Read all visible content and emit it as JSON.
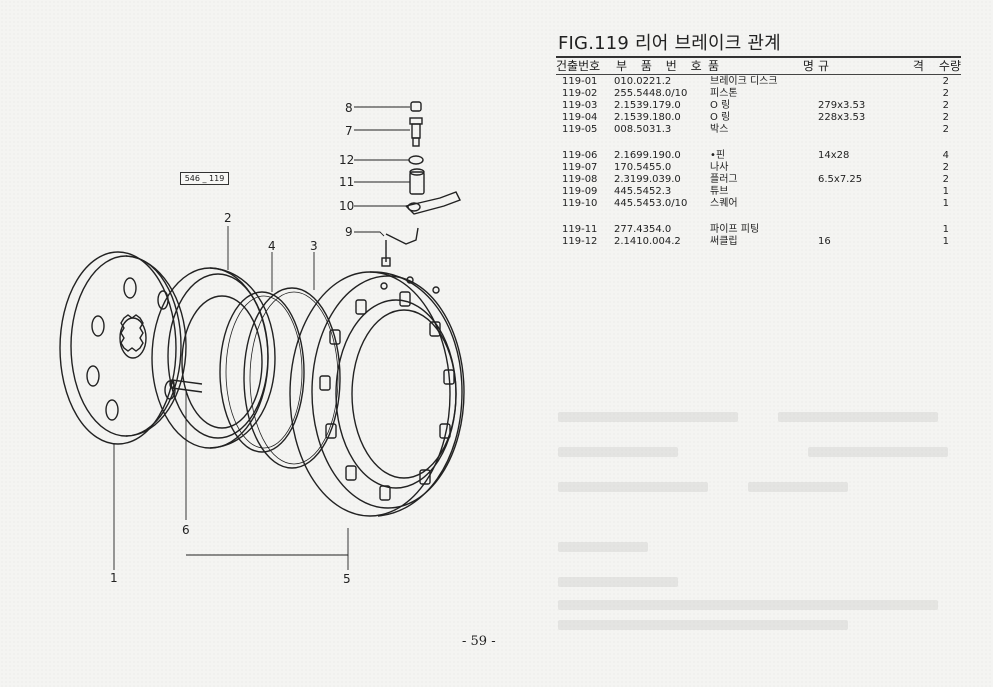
{
  "figure": {
    "title": "FIG.119 리어 브레이크 관계",
    "ref_code": "546 _ 119",
    "page_number": "- 59 -"
  },
  "table": {
    "headers": [
      "건출번호",
      "부 품 번 호",
      "품 명",
      "규 격",
      "수량"
    ],
    "rows": [
      {
        "no": "119-01",
        "part": "010.0221.2",
        "name": "브레이크 디스크",
        "spec": "",
        "qty": "2"
      },
      {
        "no": "119-02",
        "part": "255.5448.0/10",
        "name": "피스톤",
        "spec": "",
        "qty": "2"
      },
      {
        "no": "119-03",
        "part": "2.1539.179.0",
        "name": "O 링",
        "spec": "279x3.53",
        "qty": "2"
      },
      {
        "no": "119-04",
        "part": "2.1539.180.0",
        "name": "O 링",
        "spec": "228x3.53",
        "qty": "2"
      },
      {
        "no": "119-05",
        "part": "008.5031.3",
        "name": "박스",
        "spec": "",
        "qty": "2"
      },
      {
        "no": "119-06",
        "part": "2.1699.190.0",
        "name": "•핀",
        "spec": "14x28",
        "qty": "4"
      },
      {
        "no": "119-07",
        "part": "170.5455.0",
        "name": "나사",
        "spec": "",
        "qty": "2"
      },
      {
        "no": "119-08",
        "part": "2.3199.039.0",
        "name": "플러그",
        "spec": "6.5x7.25",
        "qty": "2"
      },
      {
        "no": "119-09",
        "part": "445.5452.3",
        "name": "튜브",
        "spec": "",
        "qty": "1"
      },
      {
        "no": "119-10",
        "part": "445.5453.0/10",
        "name": "스퀘어",
        "spec": "",
        "qty": "1"
      },
      {
        "no": "119-11",
        "part": "277.4354.0",
        "name": "파이프 피팅",
        "spec": "",
        "qty": "1"
      },
      {
        "no": "119-12",
        "part": "2.1410.004.2",
        "name": "써클립",
        "spec": "16",
        "qty": "1"
      }
    ]
  },
  "callouts": [
    "1",
    "2",
    "3",
    "4",
    "5",
    "6",
    "7",
    "8",
    "9",
    "10",
    "11",
    "12"
  ]
}
